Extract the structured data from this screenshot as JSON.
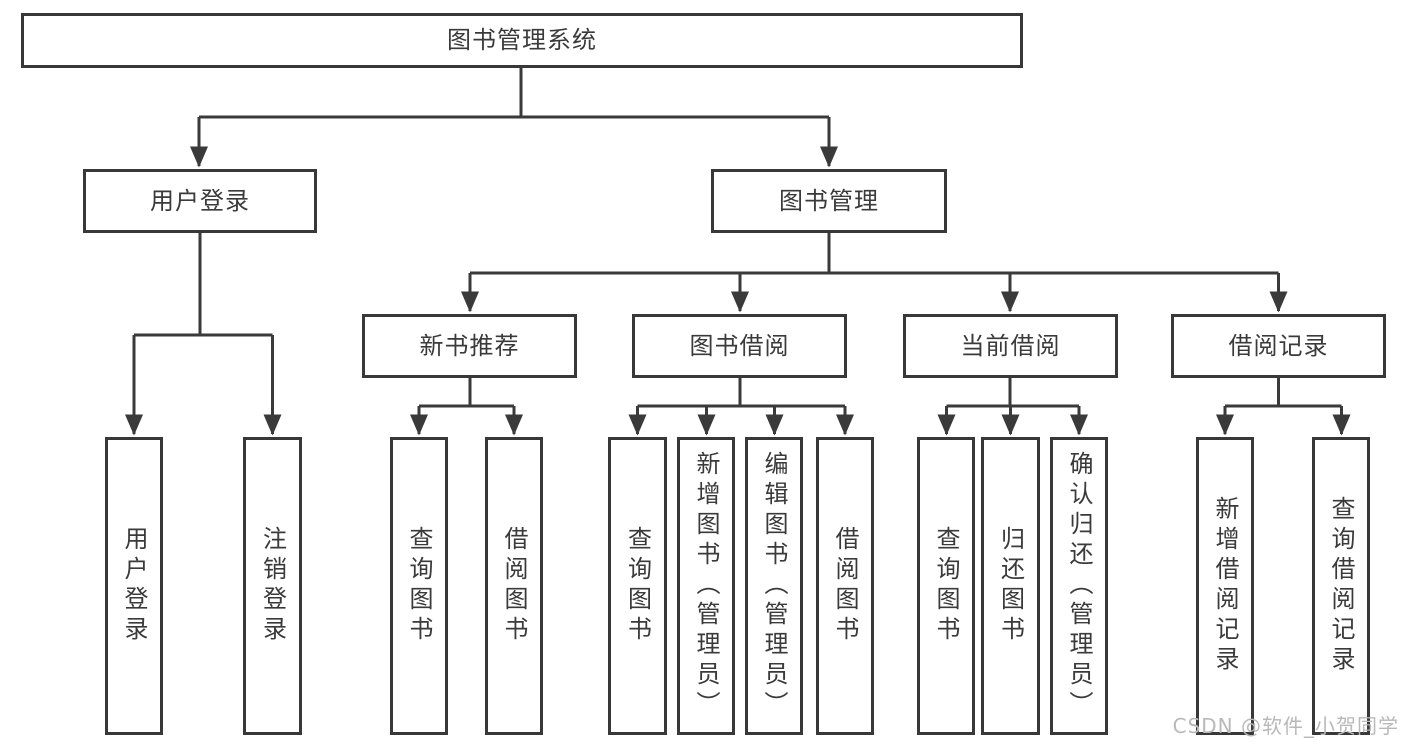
{
  "diagram": {
    "root": {
      "label": "图书管理系统"
    },
    "branches": [
      {
        "label": "用户登录",
        "leaves": [
          {
            "label": "用户登录"
          },
          {
            "label": "注销登录"
          }
        ]
      },
      {
        "label": "图书管理",
        "groups": [
          {
            "label": "新书推荐",
            "leaves": [
              {
                "label": "查询图书"
              },
              {
                "label": "借阅图书"
              }
            ]
          },
          {
            "label": "图书借阅",
            "leaves": [
              {
                "label": "查询图书"
              },
              {
                "label": "新增图书（管理员）"
              },
              {
                "label": "编辑图书（管理员）"
              },
              {
                "label": "借阅图书"
              }
            ]
          },
          {
            "label": "当前借阅",
            "leaves": [
              {
                "label": "查询图书"
              },
              {
                "label": "归还图书"
              },
              {
                "label": "确认归还（管理员）"
              }
            ]
          },
          {
            "label": "借阅记录",
            "leaves": [
              {
                "label": "新增借阅记录"
              },
              {
                "label": "查询借阅记录"
              }
            ]
          }
        ]
      }
    ],
    "line_color": "#3a3a3a",
    "watermark": "CSDN @软件_小贺同学"
  }
}
